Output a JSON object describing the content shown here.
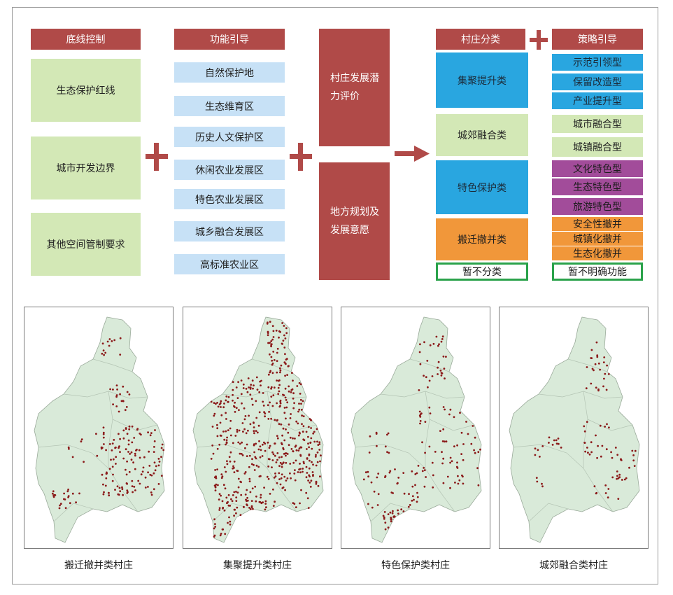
{
  "headers": {
    "baseline": "底线控制",
    "function": "功能引导",
    "village_class": "村庄分类",
    "strategy": "策略引导"
  },
  "baseline_items": [
    "生态保护红线",
    "城市开发边界",
    "其他空间管制要求"
  ],
  "function_items": [
    "自然保护地",
    "生态维育区",
    "历史人文保护区",
    "休闲农业发展区",
    "特色农业发展区",
    "城乡融合发展区",
    "高标准农业区"
  ],
  "evaluation": {
    "potential": "村庄发展潜力评价",
    "planning": "地方规划及发展意愿"
  },
  "classes": [
    "集聚提升类",
    "城郊融合类",
    "特色保护类",
    "搬迁撤并类",
    "暂不分类"
  ],
  "strategies": [
    "示范引领型",
    "保留改造型",
    "产业提升型",
    "城市融合型",
    "城镇融合型",
    "文化特色型",
    "生态特色型",
    "旅游特色型",
    "安全性撤并",
    "城镇化撤并",
    "生态化撤并",
    "暂不明确功能"
  ],
  "maps": [
    {
      "caption": "搬迁撤并类村庄",
      "dots": 190
    },
    {
      "caption": "集聚提升类村庄",
      "dots": 560
    },
    {
      "caption": "特色保护类村庄",
      "dots": 170
    },
    {
      "caption": "城郊融合类村庄",
      "dots": 95
    }
  ],
  "colors": {
    "header": "#b04a48",
    "green": "#d3e8b6",
    "light_blue": "#c7e1f6",
    "cyan": "#29a6e0",
    "orange": "#f1973a",
    "purple": "#a24c9a",
    "outline_green": "#2aa24a",
    "map_fill": "#d9ead9",
    "dot": "#8b1a1a"
  }
}
